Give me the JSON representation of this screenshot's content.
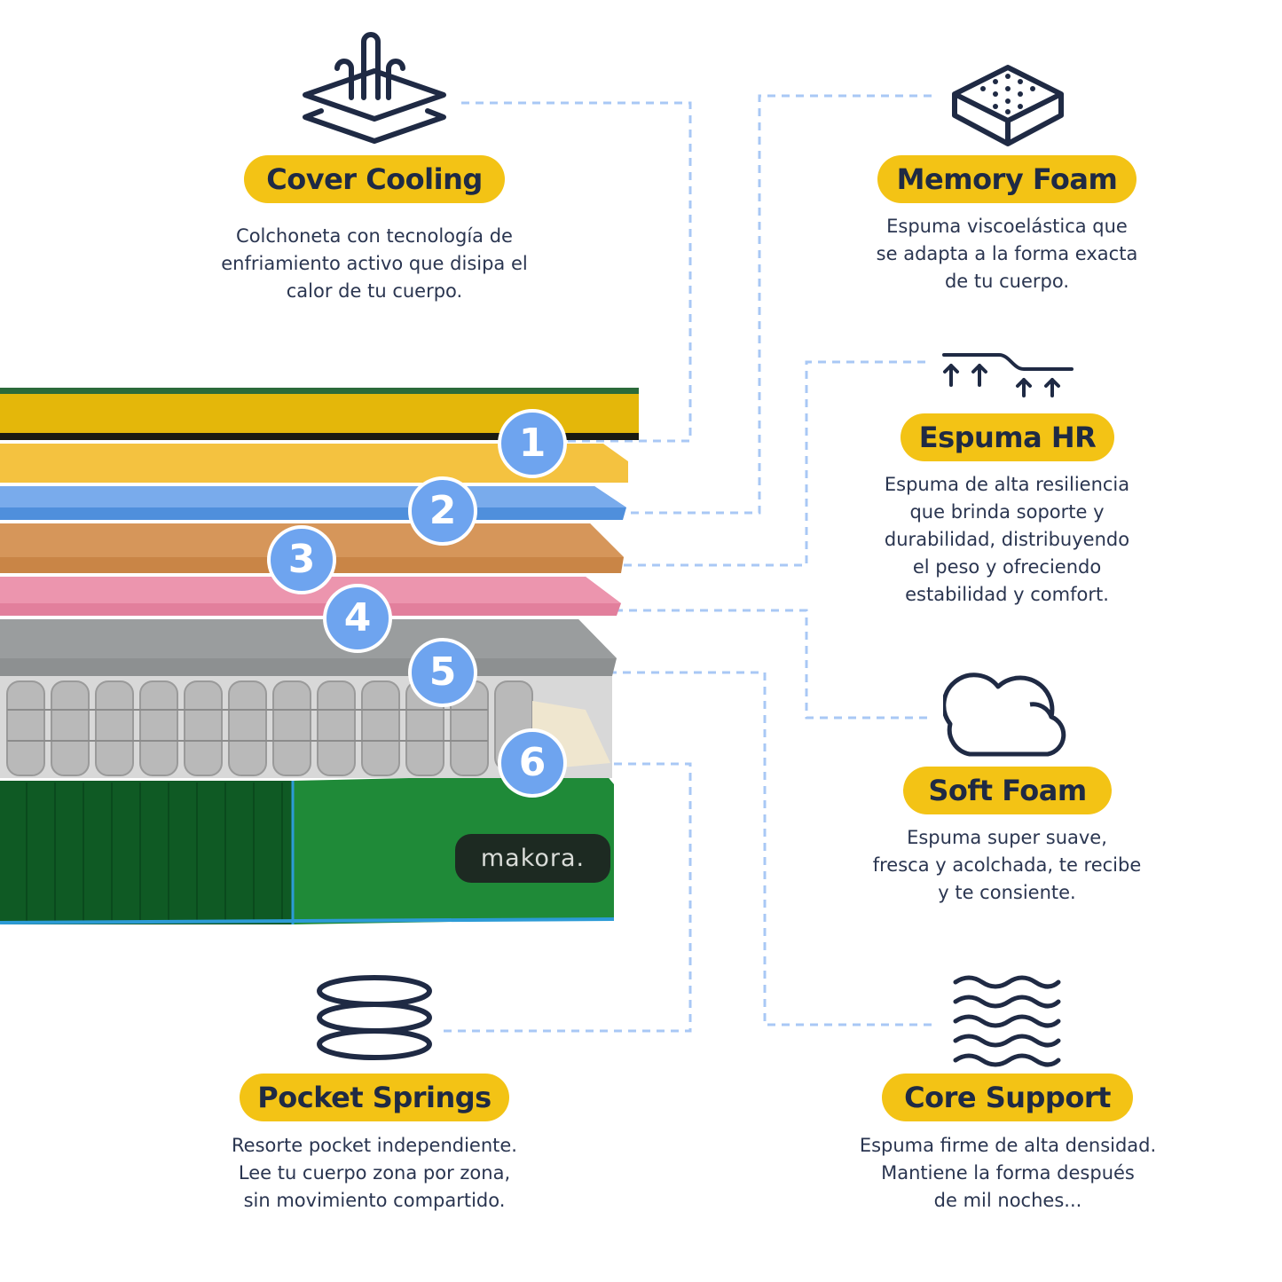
{
  "features": {
    "cover_cooling": {
      "title": "Cover Cooling",
      "lines": [
        "Colchoneta con tecnología de",
        "enfriamiento activo que disipa el",
        "calor de tu cuerpo."
      ]
    },
    "memory_foam": {
      "title": "Memory Foam",
      "lines": [
        "Espuma viscoelástica que",
        "se adapta a la forma exacta",
        "de tu cuerpo."
      ]
    },
    "espuma_hr": {
      "title": "Espuma HR",
      "lines": [
        "Espuma de alta resiliencia",
        "que brinda soporte y",
        "durabilidad, distribuyendo",
        "el peso y ofreciendo",
        "estabilidad y comfort."
      ]
    },
    "soft_foam": {
      "title": "Soft Foam",
      "lines": [
        "Espuma super suave,",
        "fresca y acolchada, te recibe",
        "y te consiente."
      ]
    },
    "pocket_springs": {
      "title": "Pocket Springs",
      "lines": [
        "Resorte pocket independiente.",
        "Lee tu cuerpo zona por zona,",
        "sin movimiento compartido."
      ]
    },
    "core_support": {
      "title": "Core Support",
      "lines": [
        "Espuma firme de alta densidad.",
        "Mantiene la forma después",
        "de mil noches..."
      ]
    }
  },
  "badges": [
    "1",
    "2",
    "3",
    "4",
    "5",
    "6"
  ],
  "brand": "makora.",
  "colors": {
    "accent_pill": "#f3c315",
    "text_dark": "#1f2a44",
    "connector": "#a9c8f5",
    "badge": "#6ea4ef",
    "layer_cover": "#e5b90b",
    "layer_memory": "#f3bf36",
    "layer_hr": "#6fa6e8",
    "layer_soft": "#cf8a4f",
    "layer_pink": "#e48aa3",
    "layer_gray": "#8e9192",
    "springs": "#c9c9c9",
    "base_green": "#1f7a35"
  },
  "icons": [
    "steam-layers-icon",
    "mattress-dots-icon",
    "arrows-surface-icon",
    "cloud-icon",
    "spring-coil-icon",
    "waves-icon"
  ]
}
